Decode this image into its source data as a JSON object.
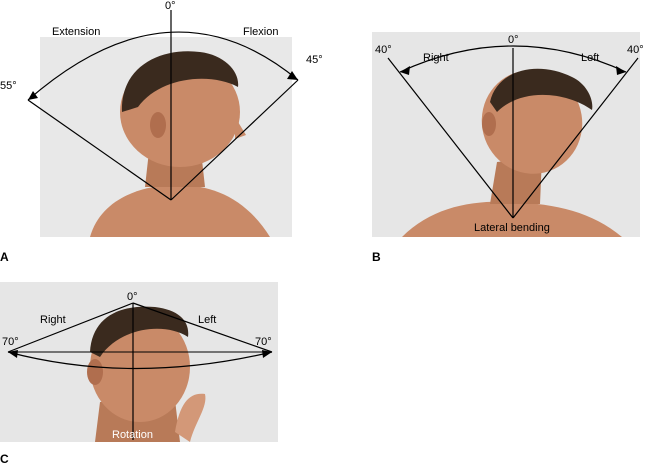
{
  "panel_a": {
    "letter": "A",
    "zero": "0°",
    "extension": "Extension",
    "flexion": "Flexion",
    "extension_deg": "55°",
    "flexion_deg": "45°"
  },
  "panel_b": {
    "letter": "B",
    "zero": "0°",
    "right": "Right",
    "left": "Left",
    "right_deg": "40°",
    "left_deg": "40°",
    "caption": "Lateral bending"
  },
  "panel_c": {
    "letter": "C",
    "zero": "0°",
    "right": "Right",
    "left": "Left",
    "right_deg": "70°",
    "left_deg": "70°",
    "caption": "Rotation"
  },
  "colors": {
    "background_light": "#e9e9e9",
    "skin": "#c98a68",
    "skin_shadow": "#a86848",
    "hair": "#3a2a1e",
    "line": "#000000"
  }
}
